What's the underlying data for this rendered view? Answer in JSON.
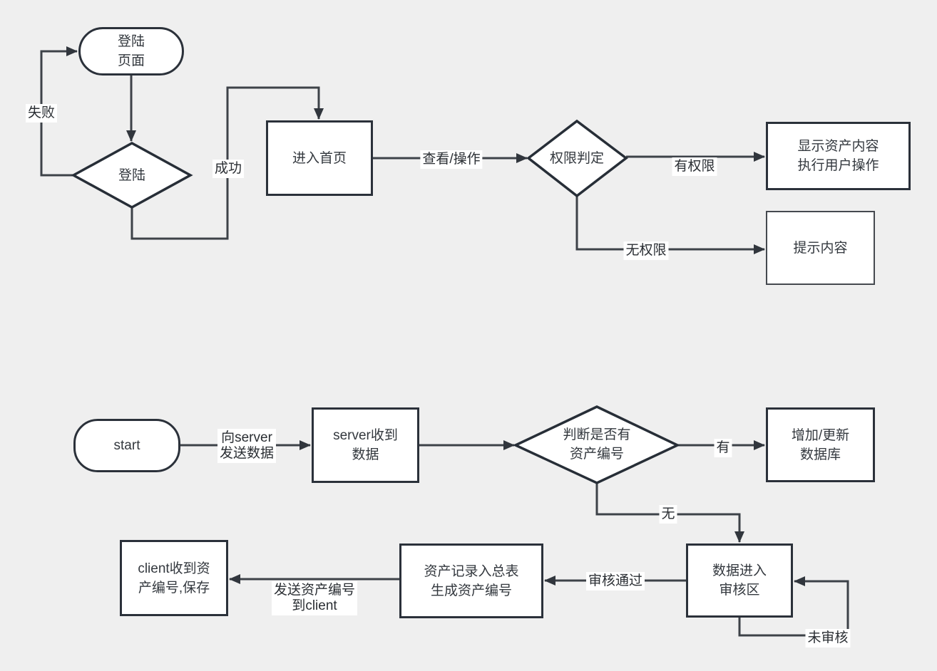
{
  "diagram": {
    "background_color": "#efefef",
    "line_color": "#3d4248",
    "shape_border_color": "#2b313a",
    "shape_fill_color": "#ffffff"
  },
  "nodes": {
    "login_page": {
      "label": "登陆\n页面"
    },
    "login_decision": {
      "label": "登陆"
    },
    "home": {
      "label": "进入首页"
    },
    "perm_decision": {
      "label": "权限判定"
    },
    "show_assets": {
      "label": "显示资产内容\n执行用户操作"
    },
    "notice": {
      "label": "提示内容"
    },
    "start": {
      "label": "start"
    },
    "server_recv": {
      "label": "server收到\n数据"
    },
    "asset_id_decision": {
      "label": "判断是否有\n资产编号"
    },
    "update_db": {
      "label": "增加/更新\n数据库"
    },
    "review_area": {
      "label": "数据进入\n审核区"
    },
    "record_master": {
      "label": "资产记录入总表\n生成资产编号"
    },
    "client_recv": {
      "label": "client收到资\n产编号,保存"
    }
  },
  "edges": {
    "fail": {
      "label": "失败"
    },
    "success": {
      "label": "成功"
    },
    "view_operate": {
      "label": "查看/操作"
    },
    "has_perm": {
      "label": "有权限"
    },
    "no_perm": {
      "label": "无权限"
    },
    "to_server": {
      "label": "向server\n发送数据"
    },
    "yes": {
      "label": "有"
    },
    "no": {
      "label": "无"
    },
    "not_reviewed": {
      "label": "未审核"
    },
    "review_passed": {
      "label": "审核通过"
    },
    "send_id": {
      "label": "发送资产编号\n到client"
    }
  }
}
